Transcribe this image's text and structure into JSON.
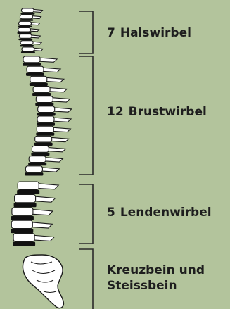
{
  "colors": {
    "background": "#b3c49c",
    "bone": "#ffffff",
    "disc": "#111111",
    "outline": "#1a1a1a",
    "bracket": "#2a2a2a"
  },
  "sections": {
    "cervical": {
      "count": "7",
      "name": "Halswirbel"
    },
    "thoracic": {
      "count": "12",
      "name": "Brustwirbel"
    },
    "lumbar": {
      "count": "5",
      "name": "Lendenwirbel"
    },
    "sacrum": {
      "count": "",
      "name": "Kreuzbein und Steissbein"
    }
  }
}
